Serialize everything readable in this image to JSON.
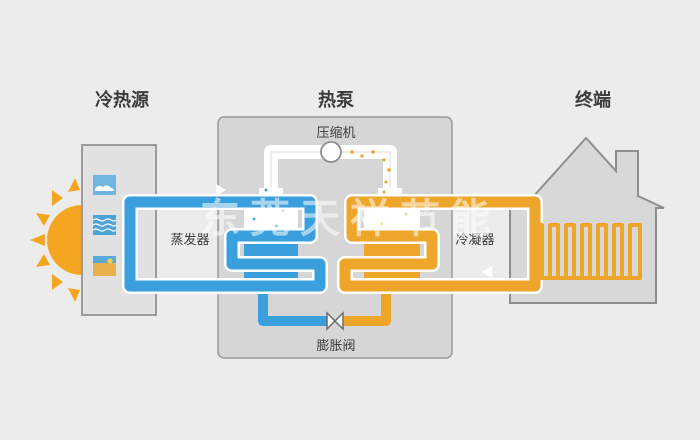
{
  "headings": {
    "source": "冷热源",
    "heat_pump": "热泵",
    "terminal": "终端"
  },
  "labels": {
    "compressor": "压缩机",
    "evaporator": "蒸发器",
    "condenser": "冷凝器",
    "expansion_valve": "膨胀阀"
  },
  "watermark": "东莞天祥节能",
  "colors": {
    "background": "#ececec",
    "cold_loop": "#3aa0dd",
    "hot_loop": "#eea62a",
    "sun": "#f4a623",
    "outline": "#9a9a9a"
  }
}
